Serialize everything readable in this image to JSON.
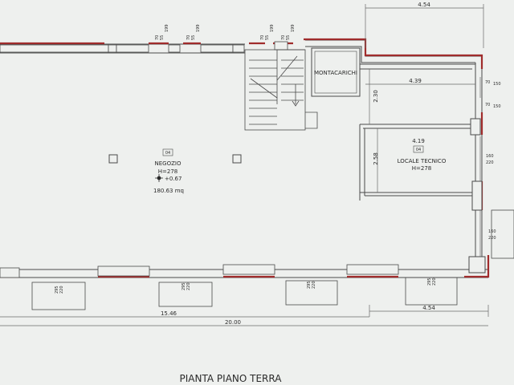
{
  "plan": {
    "title": "PIANTA PIANO TERRA",
    "colors": {
      "paper": "#eef0ee",
      "line": "#4a4a4a",
      "wall_red": "#a02c2c",
      "dim_line": "#6a6a6a"
    },
    "rooms": {
      "shop": {
        "badge": "04",
        "name": "NEGOZIO",
        "height": "H=278",
        "level": "+0.67",
        "area": "180.63 mq"
      },
      "tech": {
        "badge": "04",
        "name": "LOCALE TECNICO",
        "height": "H=278",
        "width_dim": "4.19"
      },
      "lift": {
        "name": "MONTACARICHI"
      }
    },
    "dimensions": {
      "top_right": "4.54",
      "upper_room_width": "4.39",
      "upper_room_depth": "2.30",
      "tech_depth": "2.58",
      "bottom_left": "15.46",
      "bottom_right": "4.54",
      "total": "20.00"
    },
    "top_windows": [
      {
        "a": "70",
        "b": "55",
        "c": "199"
      },
      {
        "a": "70",
        "b": "55",
        "c": "199"
      },
      {
        "a": "70",
        "b": "55",
        "c": "199"
      },
      {
        "a": "70",
        "b": "55",
        "c": "199"
      }
    ],
    "right_openings": [
      {
        "a": "70",
        "b": "150"
      },
      {
        "a": "70",
        "b": "150"
      },
      {
        "a": "160",
        "b": "220"
      },
      {
        "a": "160",
        "b": "220"
      }
    ],
    "bottom_windows": [
      {
        "a": "295",
        "b": "220"
      },
      {
        "a": "295",
        "b": "220"
      },
      {
        "a": "295",
        "b": "220"
      },
      {
        "a": "295",
        "b": "220"
      }
    ]
  }
}
